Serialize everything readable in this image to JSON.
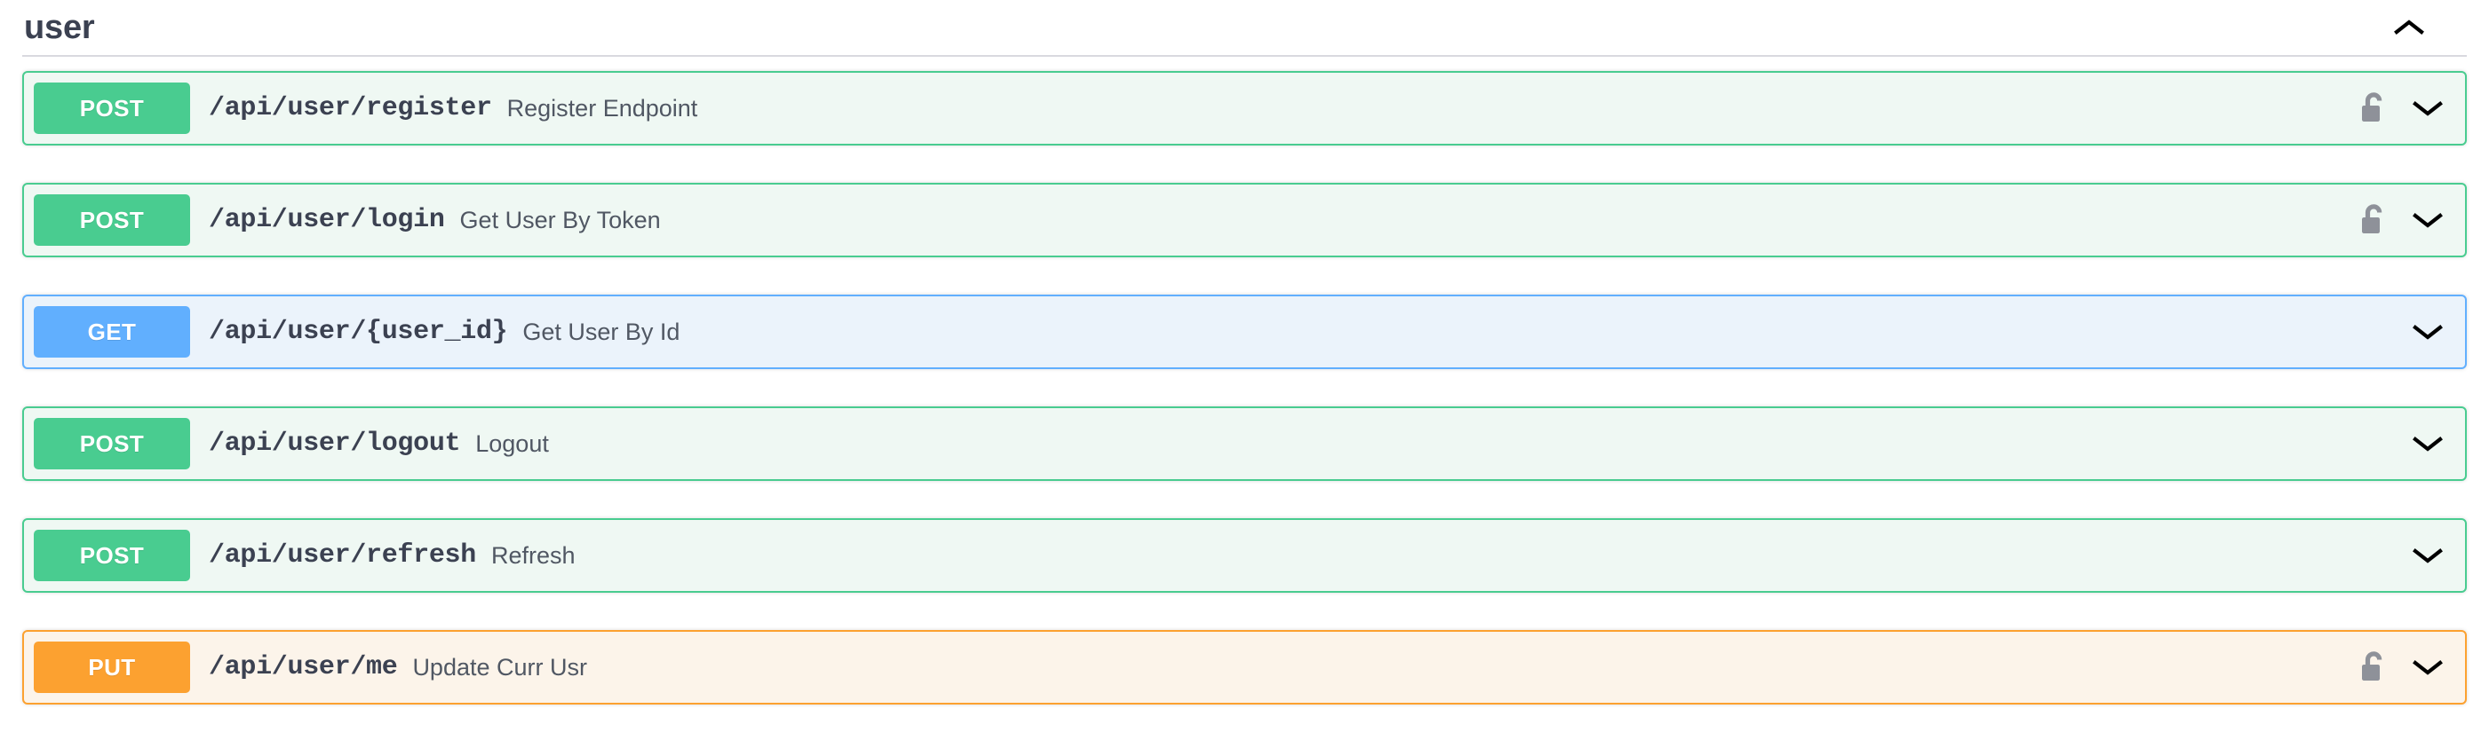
{
  "section": {
    "title": "user",
    "expanded": true,
    "toggle_icon": "chevron-up-icon"
  },
  "colors": {
    "get": "#61affe",
    "post": "#49cc90",
    "put": "#fca130",
    "get_bg": "#ebf3fb",
    "post_bg": "#eff8f3",
    "put_bg": "#fcf4ea",
    "title_text": "#3b4151",
    "summary_text": "#505763",
    "lock": "#8e9199",
    "divider": "#d9d9df"
  },
  "operations": [
    {
      "method": "POST",
      "method_key": "post",
      "path": "/api/user/register",
      "summary": "Register Endpoint",
      "has_lock": true,
      "lock_icon": "unlocked-padlock-icon",
      "expand_icon": "chevron-down-icon"
    },
    {
      "method": "POST",
      "method_key": "post",
      "path": "/api/user/login",
      "summary": "Get User By Token",
      "has_lock": true,
      "lock_icon": "unlocked-padlock-icon",
      "expand_icon": "chevron-down-icon"
    },
    {
      "method": "GET",
      "method_key": "get",
      "path": "/api/user/{user_id}",
      "summary": "Get User By Id",
      "has_lock": false,
      "lock_icon": "",
      "expand_icon": "chevron-down-icon"
    },
    {
      "method": "POST",
      "method_key": "post",
      "path": "/api/user/logout",
      "summary": "Logout",
      "has_lock": false,
      "lock_icon": "",
      "expand_icon": "chevron-down-icon"
    },
    {
      "method": "POST",
      "method_key": "post",
      "path": "/api/user/refresh",
      "summary": "Refresh",
      "has_lock": false,
      "lock_icon": "",
      "expand_icon": "chevron-down-icon"
    },
    {
      "method": "PUT",
      "method_key": "put",
      "path": "/api/user/me",
      "summary": "Update Curr Usr",
      "has_lock": true,
      "lock_icon": "unlocked-padlock-icon",
      "expand_icon": "chevron-down-icon"
    }
  ]
}
